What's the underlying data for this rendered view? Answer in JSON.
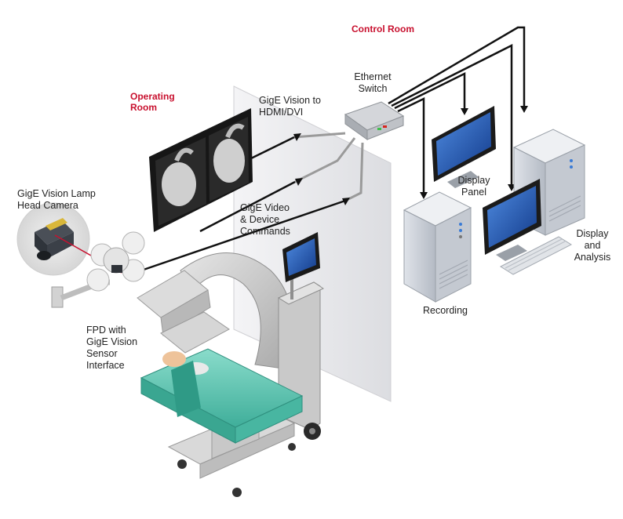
{
  "colors": {
    "accent_red": "#c8102e",
    "cable": "#111111",
    "wall": "#e8e8ea",
    "monitor_blue": "#1f5fbf",
    "pc_grey": "#c9ced6",
    "table_green": "#5fc7b4"
  },
  "rooms": {
    "control": "Control Room",
    "operating": "Operating\nRoom"
  },
  "labels": {
    "ethernet_switch": "Ethernet\nSwitch",
    "hdmi": "GigE Vision to\nHDMI/DVI",
    "video_commands": "GigE Video\n& Device\nCommands",
    "lamp_camera": "GigE Vision Lamp\nHead Camera",
    "fpd": "FPD with\nGigE Vision\nSensor\nInterface",
    "display_panel": "Display\nPanel",
    "recording": "Recording",
    "display_analysis": "Display\nand\nAnalysis"
  }
}
